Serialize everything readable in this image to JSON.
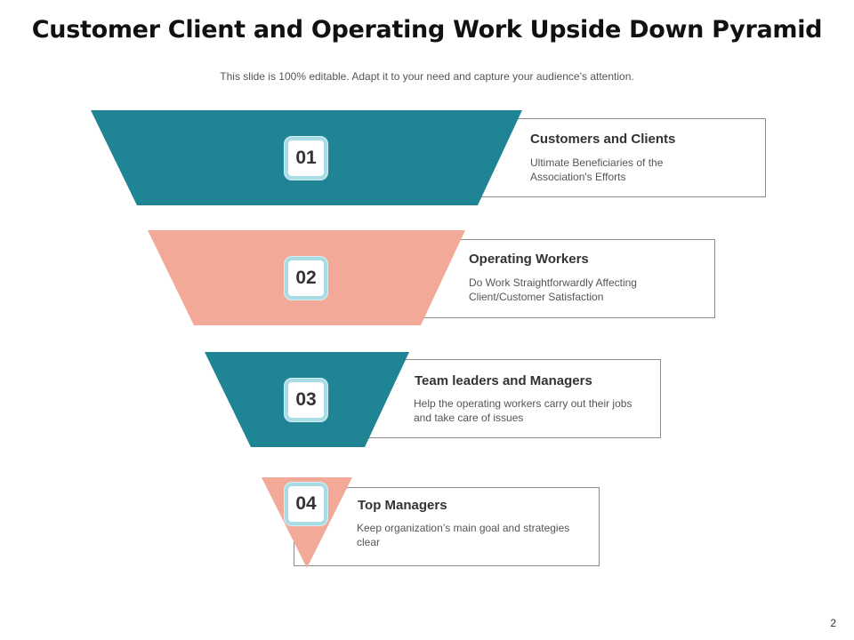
{
  "title": "Customer Client and Operating Work Upside Down Pyramid",
  "subtitle": "This slide is 100% editable. Adapt it to your need and capture your audience’s attention.",
  "colors": {
    "teal": "#1f8494",
    "salmon": "#f3a998",
    "badge_border": "#a9dde6"
  },
  "levels": [
    {
      "number": "01",
      "title": "Customers and Clients",
      "desc_lines": [
        "Ultimate Beneficiaries of the",
        "Association's Efforts"
      ]
    },
    {
      "number": "02",
      "title": "Operating Workers",
      "desc_lines": [
        "Do Work Straightforwardly Affecting",
        "Client/Customer Satisfaction"
      ]
    },
    {
      "number": "03",
      "title": "Team leaders and Managers",
      "desc_lines": [
        "Help the operating workers carry out their jobs",
        "and take care of issues"
      ]
    },
    {
      "number": "04",
      "title": "Top Managers",
      "desc_lines": [
        "Keep organization’s main goal and strategies",
        "clear"
      ]
    }
  ],
  "page_number": "2"
}
